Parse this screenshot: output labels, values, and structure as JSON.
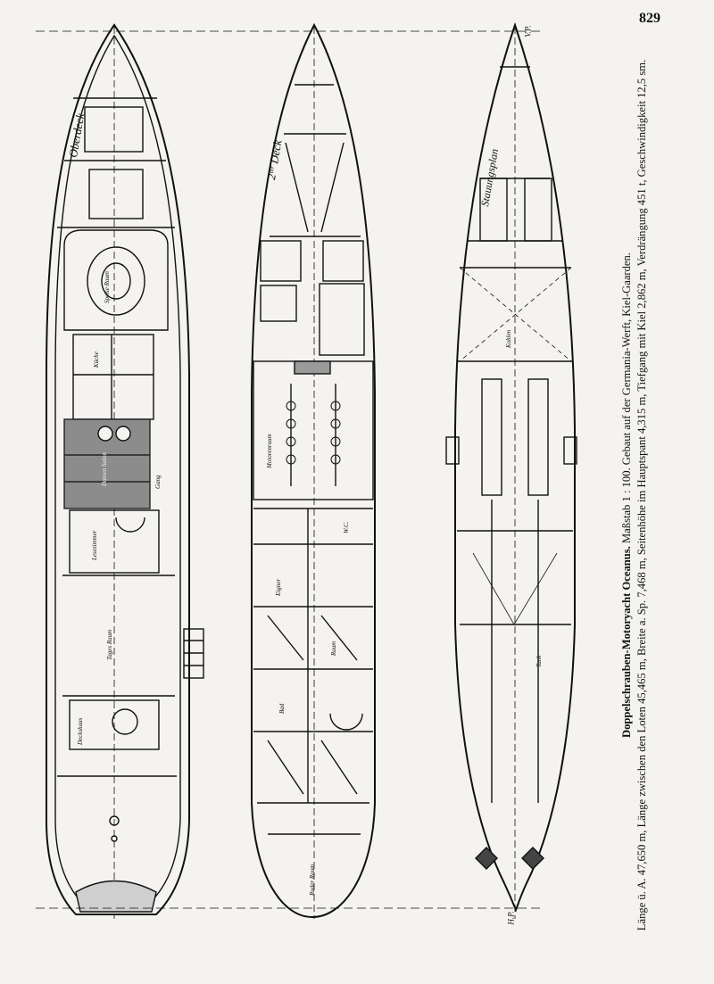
{
  "page": {
    "number": "829"
  },
  "views": {
    "upper_deck": {
      "label": "Oberdeck"
    },
    "second_deck": {
      "label": "2ᵗᵉʳ Deck"
    },
    "profile": {
      "label": "Stauungsplan"
    }
  },
  "room_labels": [
    "Speise Raum",
    "Küche",
    "Gang",
    "Damen Salon",
    "Lesezimmer",
    "Tages Raum",
    "Deckshaus",
    "Motorenraum",
    "Raum",
    "Bad",
    "W.C.",
    "Eigner",
    "Ruder Raum",
    "Kohlen",
    "Tank"
  ],
  "markers": {
    "forward": "V.P.",
    "aft": "H.P."
  },
  "caption": {
    "title": "Doppelschrauben-Motoryacht Oceanus.",
    "scale": "Maßstab 1 : 100.",
    "yard": "Gebaut auf der Germania-Werft, Kiel-Gaarden.",
    "dimensions": "Länge ü. A. 47,650 m, Länge zwischen den Loten 45,465 m, Breite a. Sp. 7,468 m, Seitenhöhe im Hauptspant 4,315 m, Tiefgang mit Kiel 2,862 m, Verdrängung 451 t, Geschwindigkeit 12,5 sm."
  }
}
